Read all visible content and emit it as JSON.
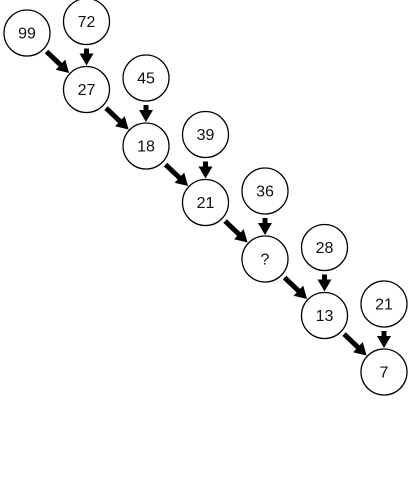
{
  "diagram": {
    "chain": [
      {
        "id": "a",
        "label": "99"
      },
      {
        "id": "b",
        "label": "27"
      },
      {
        "id": "c",
        "label": "18"
      },
      {
        "id": "d",
        "label": "21"
      },
      {
        "id": "e",
        "label": "?"
      },
      {
        "id": "f",
        "label": "13"
      },
      {
        "id": "g",
        "label": "7"
      }
    ],
    "inputs": [
      {
        "id": "i1",
        "label": "72",
        "target": "b"
      },
      {
        "id": "i2",
        "label": "45",
        "target": "c"
      },
      {
        "id": "i3",
        "label": "39",
        "target": "d"
      },
      {
        "id": "i4",
        "label": "36",
        "target": "e"
      },
      {
        "id": "i5",
        "label": "28",
        "target": "f"
      },
      {
        "id": "i6",
        "label": "21",
        "target": "g"
      }
    ],
    "colors": {
      "stroke": "#000000",
      "fill": "#ffffff",
      "text": "#111111"
    }
  }
}
